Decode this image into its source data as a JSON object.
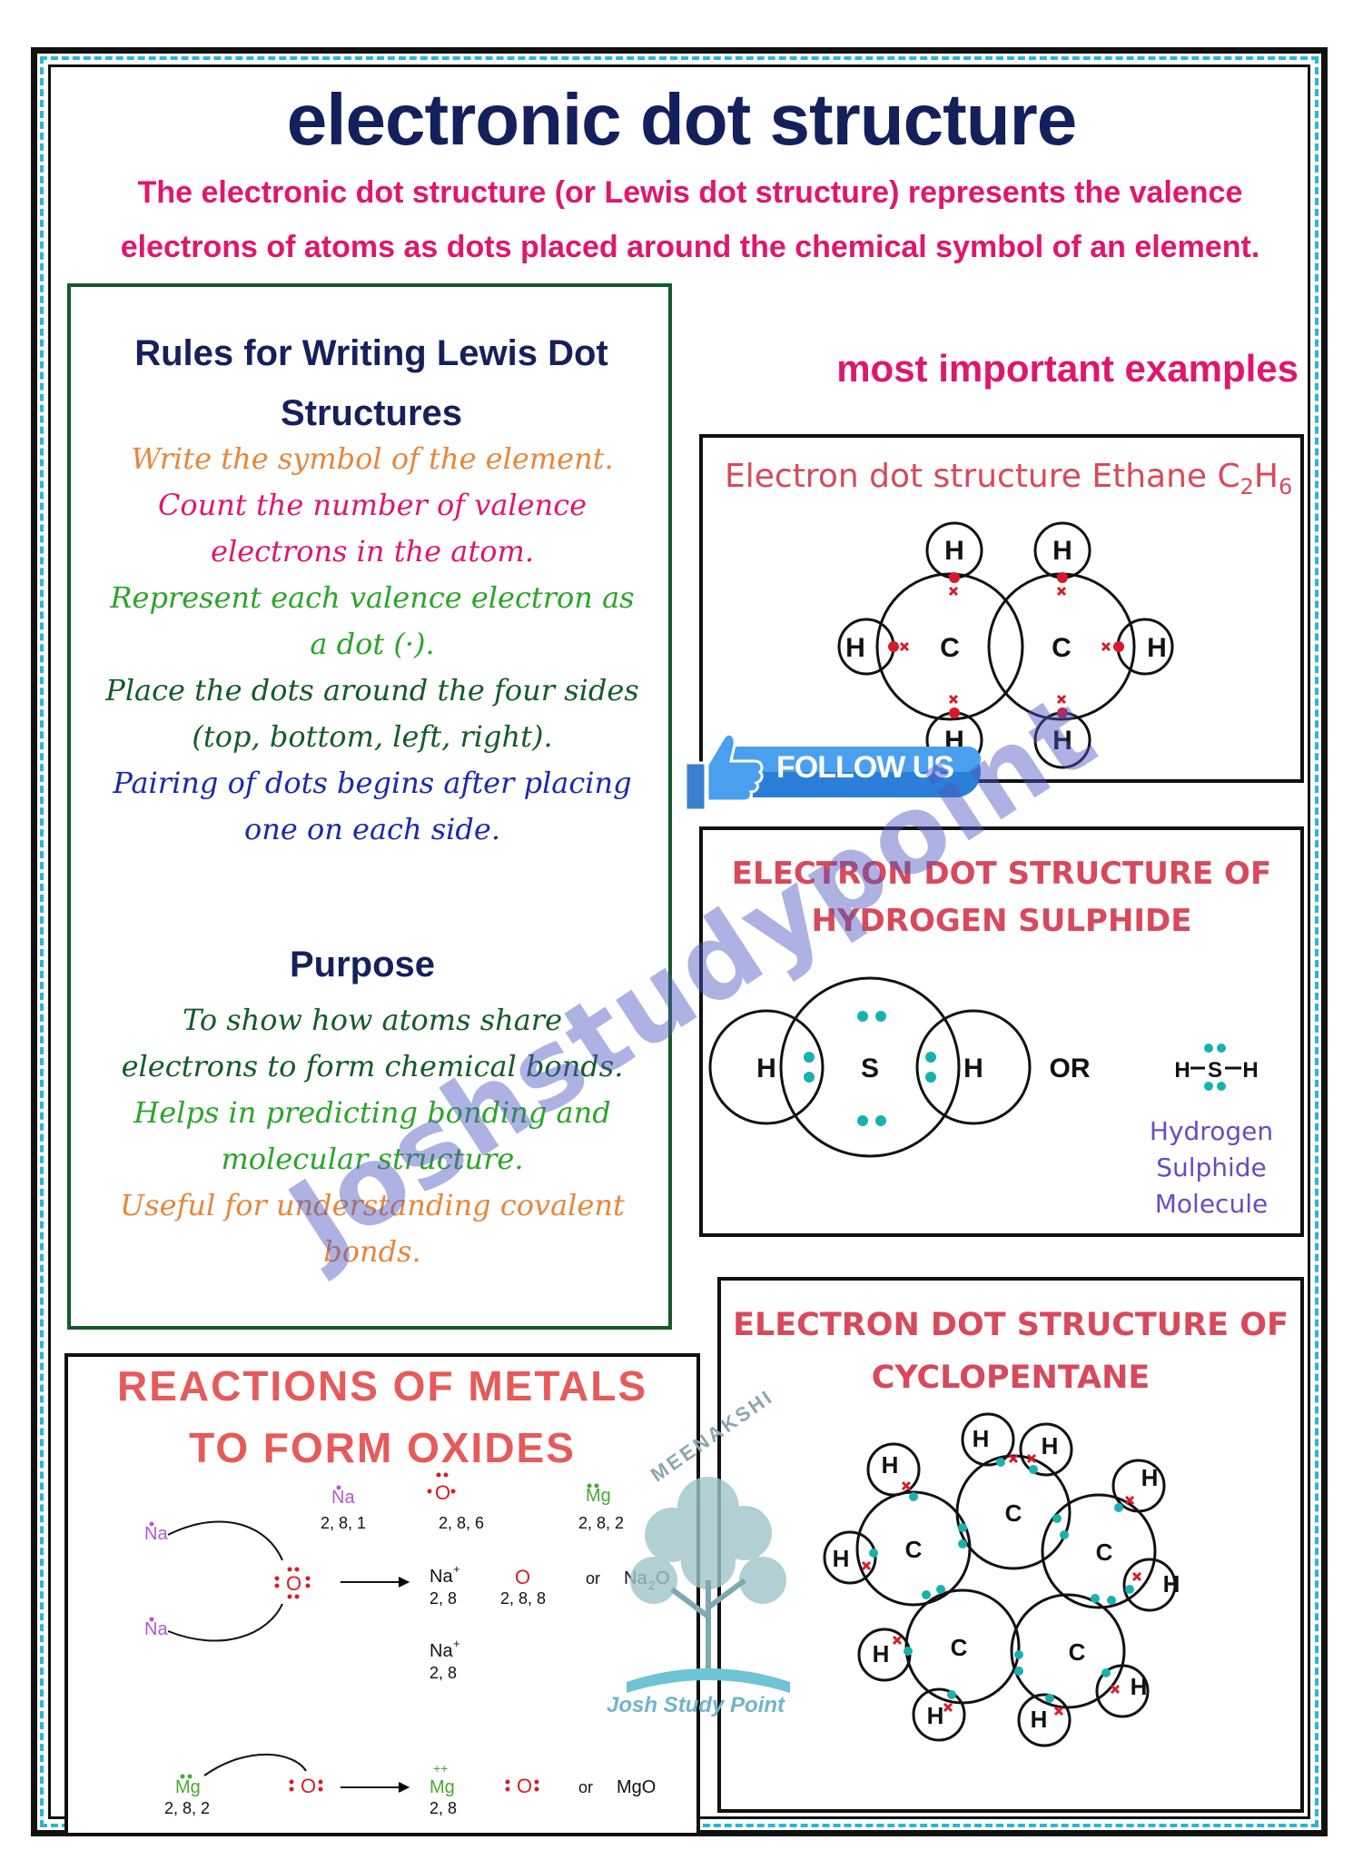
{
  "title": "electronic dot structure",
  "intro": {
    "line1": "The electronic dot structure (or Lewis dot structure) represents the valence",
    "line2": "electrons of atoms as dots placed around the chemical symbol of an element."
  },
  "rules": {
    "title_line1": "Rules for Writing Lewis Dot",
    "title_line2": "Structures",
    "items": [
      {
        "text": "Write the symbol of the element.",
        "color": "#e8863a"
      },
      {
        "text": "Count the number of valence",
        "color": "#e0166e"
      },
      {
        "text": "electrons in the atom.",
        "color": "#e0166e"
      },
      {
        "text": "Represent each valence electron as",
        "color": "#2aa52a"
      },
      {
        "text": "a dot (·).",
        "color": "#2aa52a"
      },
      {
        "text": "Place the dots around the four sides",
        "color": "#155a2a"
      },
      {
        "text": "(top, bottom, left, right).",
        "color": "#155a2a"
      },
      {
        "text": "Pairing of dots begins after placing",
        "color": "#1b2aa8"
      },
      {
        "text": "one on each side.",
        "color": "#1b2aa8"
      }
    ]
  },
  "purpose": {
    "title": "Purpose",
    "items": [
      {
        "text": "To show how atoms share",
        "color": "#155a2a"
      },
      {
        "text": "electrons to form chemical bonds.",
        "color": "#155a2a"
      },
      {
        "text": "Helps in predicting bonding and",
        "color": "#2aa52a"
      },
      {
        "text": "molecular structure.",
        "color": "#2aa52a"
      },
      {
        "text": "Useful for understanding covalent",
        "color": "#e8863a"
      },
      {
        "text": "bonds.",
        "color": "#e8863a"
      }
    ]
  },
  "examples_heading": "most important examples",
  "ethane": {
    "title": "Electron dot structure Ethane C",
    "sub1": "2",
    "mid": "H",
    "sub2": "6",
    "atoms": {
      "h": "H",
      "c": "C"
    }
  },
  "follow": {
    "label": "FOLLOW US"
  },
  "h2s": {
    "title_line1": "ELECTRON DOT STRUCTURE OF",
    "title_line2": "HYDROGEN SULPHIDE",
    "atoms": {
      "h": "H",
      "s": "S"
    },
    "or": "OR",
    "formula_h1": "H",
    "formula_s": "S",
    "formula_h2": "H",
    "caption_line1": "Hydrogen",
    "caption_line2": "Sulphide",
    "caption_line3": "Molecule"
  },
  "cyclopentane": {
    "title_line1": "ELECTRON DOT STRUCTURE OF",
    "title_line2": "CYCLOPENTANE",
    "atoms": {
      "h": "H",
      "c": "C"
    }
  },
  "metals": {
    "title_line1": "REACTIONS OF METALS",
    "title_line2": "TO FORM OXIDES",
    "na": "Na",
    "mg": "Mg",
    "o": "O",
    "na_config": "2, 8, 1",
    "o_config": "2, 8, 6",
    "mg_config": "2, 8, 2",
    "na_plus": "Na",
    "plus": "+",
    "plus2": "++",
    "config_28": "2, 8",
    "config_288": "2, 8, 8",
    "or": "or",
    "na2o_a": "Na",
    "na2o_sub": "2",
    "na2o_b": "O",
    "mgo": "MgO"
  },
  "watermark": "Joshstudypoint",
  "logo": {
    "arc_text": "MEENAKSHI",
    "label": "Josh Study Point"
  },
  "colors": {
    "title": "#13205c",
    "accent_pink": "#e0166e",
    "dot_red": "#d81b2a",
    "dot_teal": "#1ab0b0",
    "frame_dash": "#2bb5d8"
  }
}
